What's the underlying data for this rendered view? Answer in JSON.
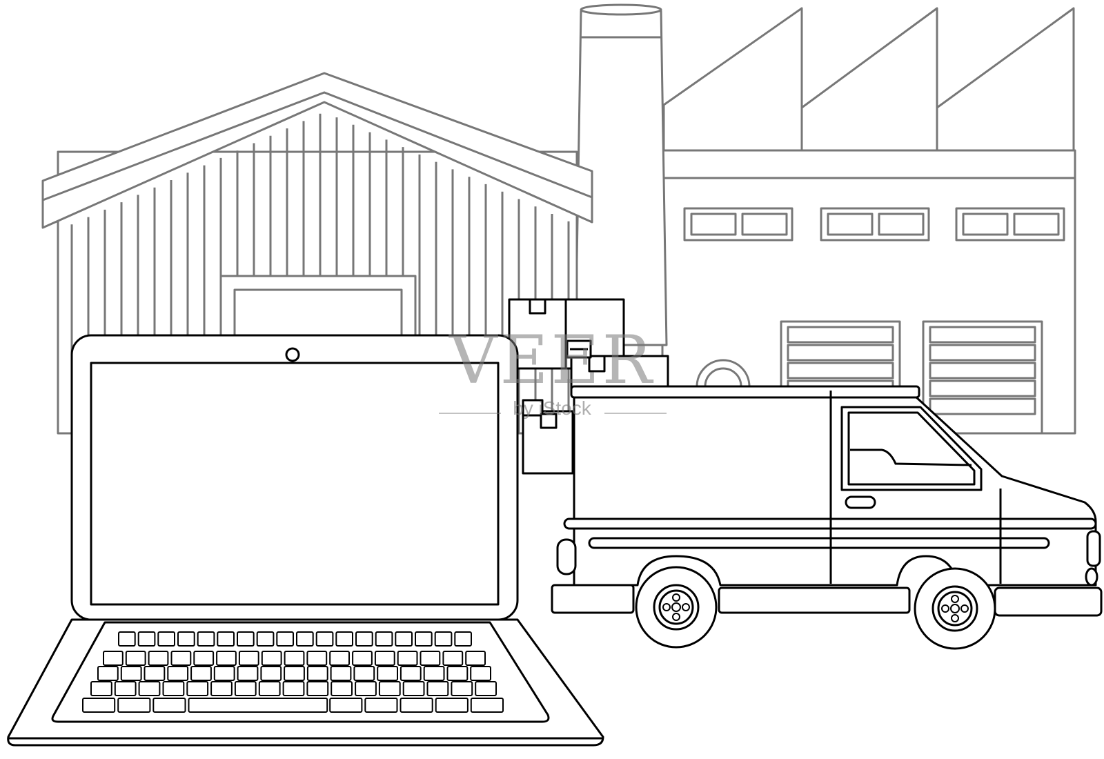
{
  "watermark": {
    "brand": "VEER",
    "credit": "by iStock"
  },
  "colors": {
    "background": "#ffffff",
    "outline_dark": "#000000",
    "outline_gray": "#777777"
  },
  "scene_elements": [
    "warehouse",
    "factory",
    "smokestack",
    "cardboard-boxes",
    "laptop",
    "delivery-van"
  ]
}
